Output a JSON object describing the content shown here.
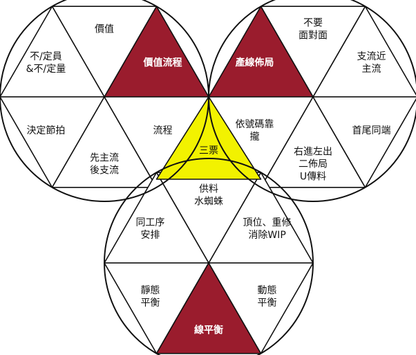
{
  "colors": {
    "outline": "#111111",
    "plain": "#ffffff",
    "value_stream": "#9a1c2d",
    "three_tickets": "#f2f200",
    "text_dark": "#111111",
    "text_light": "#ffffff"
  },
  "center": {
    "label": "三票",
    "fill_color": "#f2f200"
  },
  "hexagons": {
    "value_stream": {
      "labels": [
        "價值流程",
        "流程",
        "先主流\n後支流",
        "決定節拍",
        "不/定員\n&不/定量",
        "價值"
      ]
    },
    "line_layout": {
      "labels": [
        "產線佈局",
        "不要\n面對面",
        "支流近\n主流",
        "首尾同端",
        "右進左出\n二佈局\nU傳料",
        "依號碼靠\n攏"
      ]
    },
    "line_balance": {
      "labels": [
        "線平衡",
        "靜態\n平衡",
        "同工序\n安排",
        "供料\n水蜘蛛",
        "頂位、重修\n消除WIP",
        "動態\n平衡"
      ]
    }
  }
}
